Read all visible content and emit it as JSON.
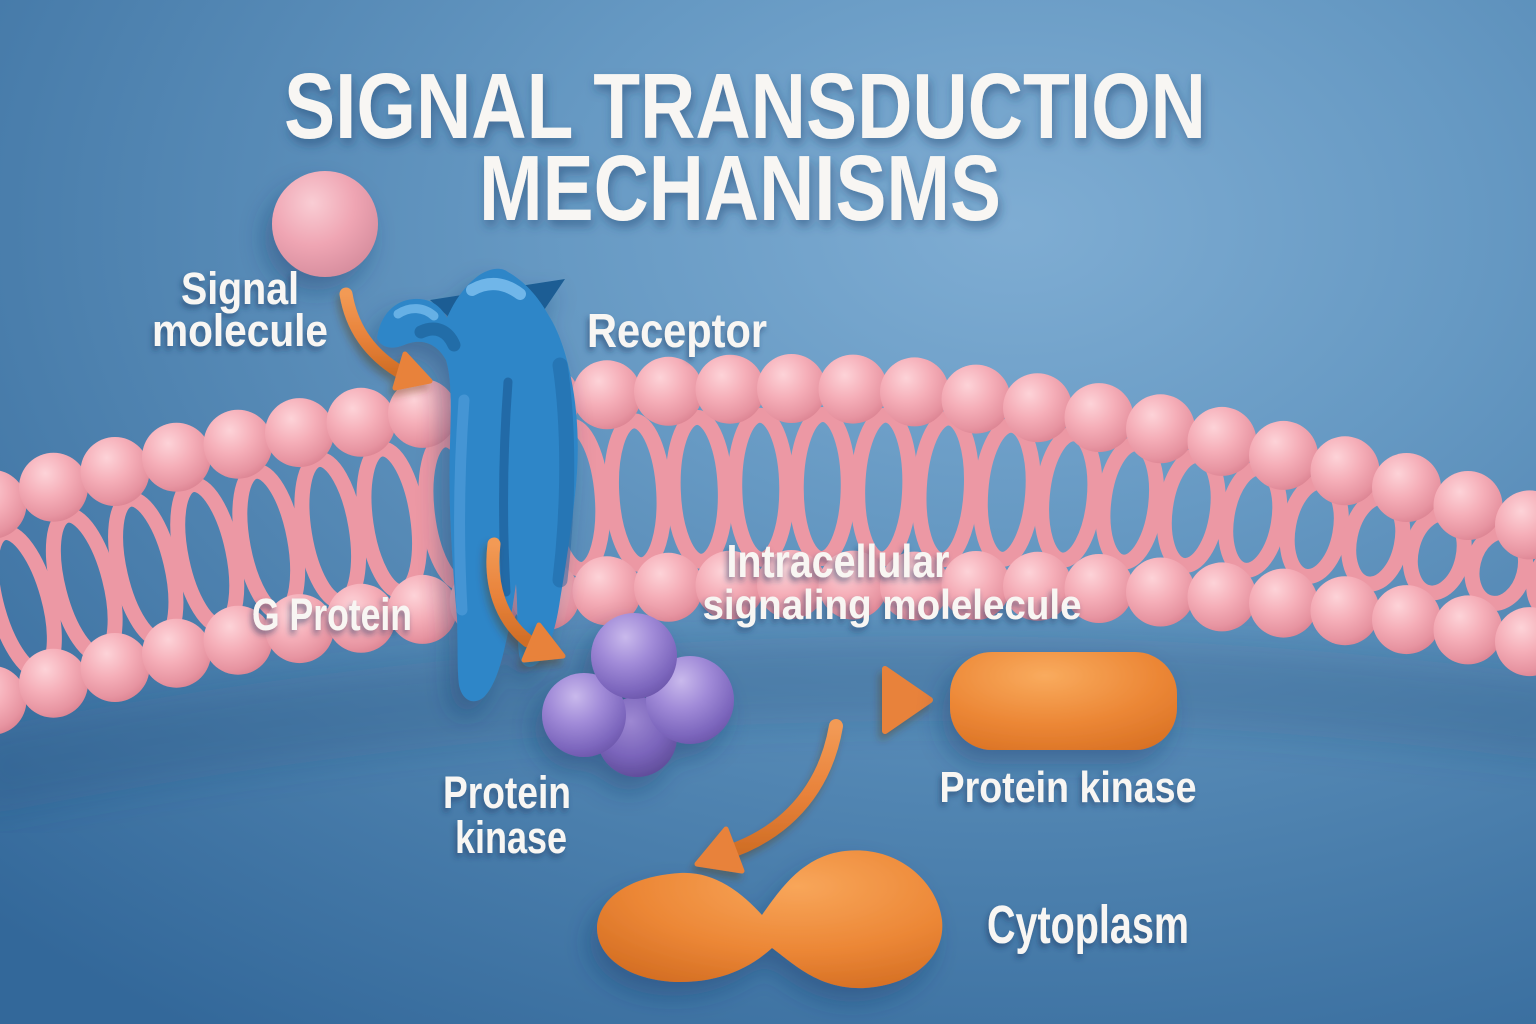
{
  "title": {
    "line1": "SIGNAL TRANSDUCTION",
    "line2": "MECHANISMS"
  },
  "labels": {
    "signal_molecule": {
      "line1": "Signal",
      "line2": "molecule"
    },
    "receptor": "Receptor",
    "g_protein": "G Protein",
    "intracellular_signaling": {
      "line1": "Intracellular",
      "line2": "signaling molelecule"
    },
    "protein_kinase_cluster": {
      "line1": "Protein",
      "line2": "kinase"
    },
    "protein_kinase_capsule": "Protein kinase",
    "cytoplasm": "Cytoplasm"
  },
  "palette": {
    "background_bright": "#7fadd3",
    "background_mid": "#5f95c0",
    "background_deep": "#33689a",
    "membrane_head_light": "#fdd3d8",
    "membrane_head": "#f2a9b3",
    "membrane_head_dark": "#d87f8e",
    "membrane_tail": "#ec98a4",
    "receptor_blue": "#2e86c8",
    "receptor_blue_dark": "#1a5d94",
    "receptor_blue_light": "#7fc2f1",
    "signal_pink": "#efa5b3",
    "kinase_purple": "#8d78cc",
    "kinase_purple_light": "#c9b9ec",
    "kinase_purple_dark": "#6751a5",
    "arrow_orange": "#e8823a",
    "orange_light": "#f5a258",
    "orange_dark": "#c9661f",
    "label_white": "#f8f6f3"
  }
}
